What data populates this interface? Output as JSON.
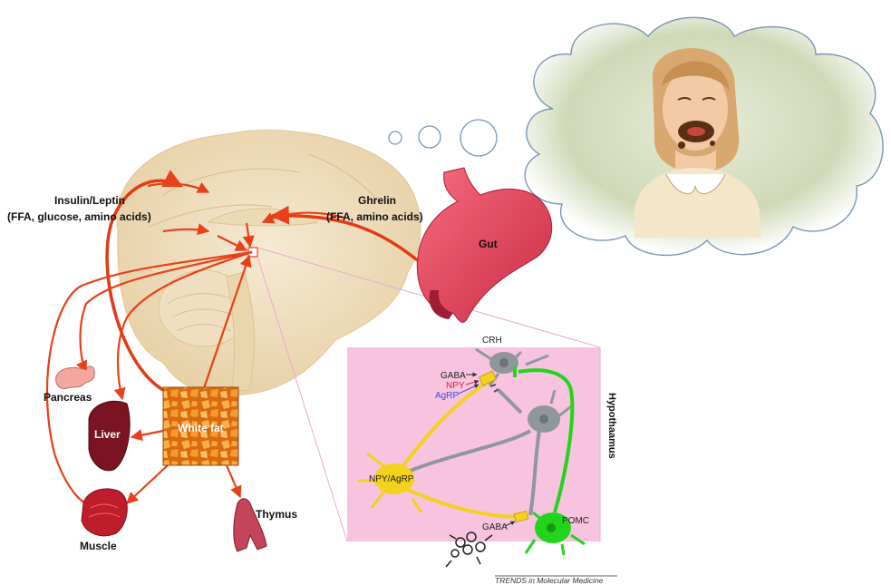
{
  "labels": {
    "insulin_line1": "Insulin/Leptin",
    "insulin_line2": "(FFA, glucose, amino acids)",
    "ghrelin_line1": "Ghrelin",
    "ghrelin_line2": "(FFA, amino acids)",
    "gut": "Gut",
    "pancreas": "Pancreas",
    "liver": "Liver",
    "white_fat": "White fat",
    "muscle": "Muscle",
    "thymus": "Thymus"
  },
  "hypothalamus": {
    "title": "Hypothaamus",
    "crh": "CRH",
    "pomc": "POMC",
    "npy_agrp": "NPY/AgRP",
    "gaba_top": "GABA",
    "npy": "NPY",
    "agrp": "AgRP",
    "gaba_bottom": "GABA"
  },
  "footer": {
    "credit": "TRENDS in Molecular Medicine"
  },
  "colors": {
    "arrow_red": "#e8401a",
    "hypothalamus_panel": "#f7c3df",
    "npy_neuron": "#f2d21c",
    "pomc_neuron": "#22d41c",
    "grey_neuron": "#8f979c",
    "npy_text": "#e0242a",
    "agrp_text": "#3a4fd8"
  }
}
